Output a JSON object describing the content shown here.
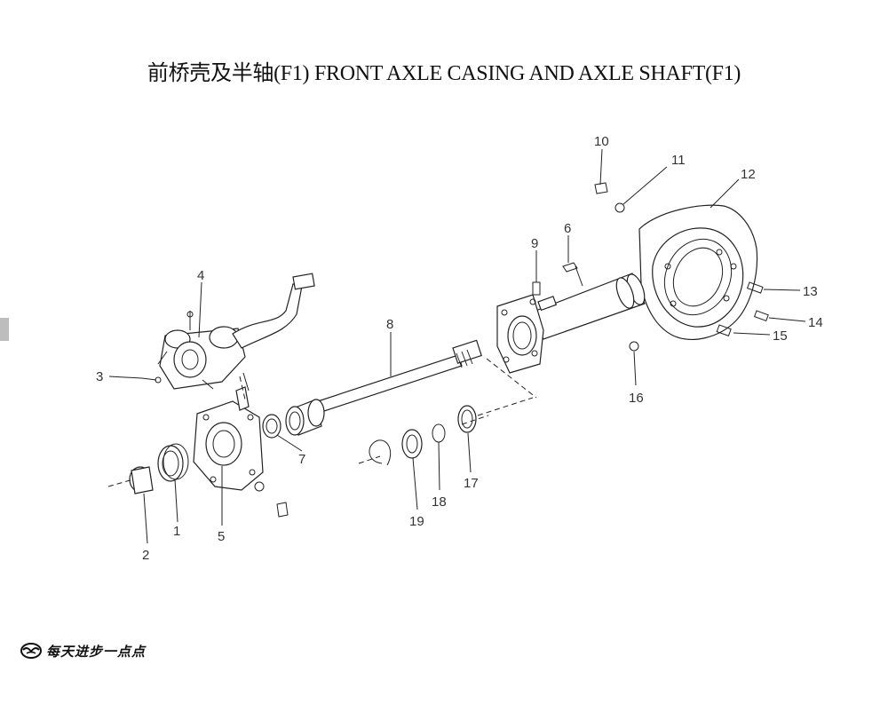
{
  "title": "前桥壳及半轴(F1)  FRONT AXLE CASING AND AXLE SHAFT(F1)",
  "callouts": [
    "1",
    "2",
    "3",
    "4",
    "5",
    "6",
    "7",
    "8",
    "9",
    "10",
    "11",
    "12",
    "13",
    "14",
    "15",
    "16",
    "17",
    "18",
    "19"
  ],
  "brand": {
    "slogan": "每天进步一点点",
    "logo_icon": "dongfeng-swallow-logo"
  }
}
